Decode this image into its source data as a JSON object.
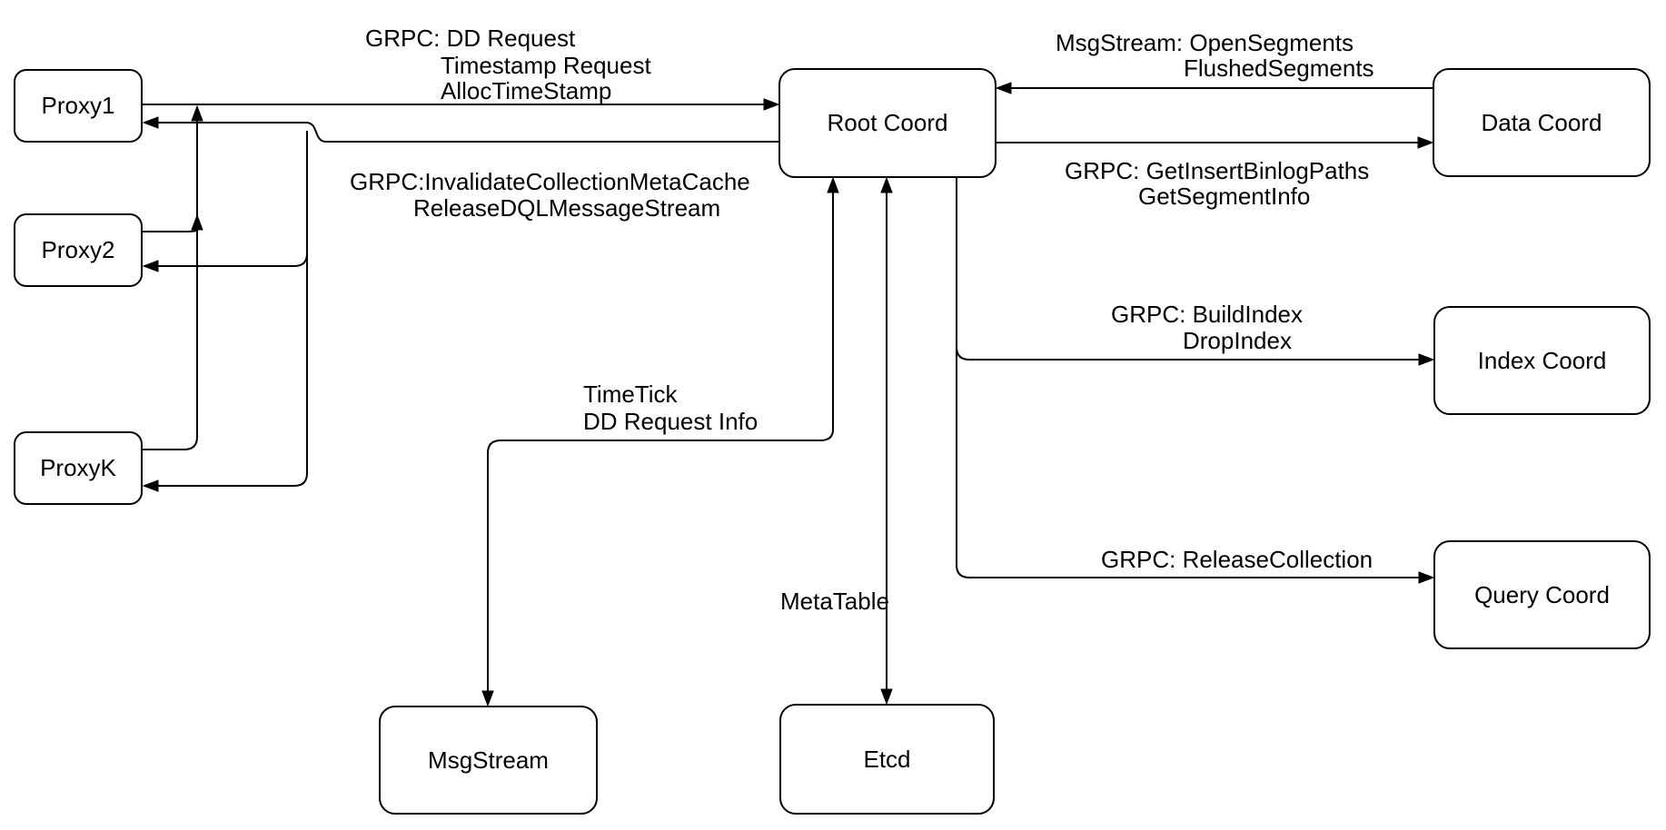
{
  "nodes": {
    "proxy1": "Proxy1",
    "proxy2": "Proxy2",
    "proxyk": "ProxyK",
    "root_coord": "Root Coord",
    "data_coord": "Data Coord",
    "index_coord": "Index Coord",
    "query_coord": "Query Coord",
    "msgstream": "MsgStream",
    "etcd": "Etcd"
  },
  "edge_labels": {
    "proxy_to_root": [
      "GRPC: DD Request",
      "Timestamp Request",
      "AllocTimeStamp"
    ],
    "root_to_proxy": [
      "GRPC:InvalidateCollectionMetaCache",
      "ReleaseDQLMessageStream"
    ],
    "data_to_root": [
      "MsgStream: OpenSegments",
      "FlushedSegments"
    ],
    "root_to_data": [
      "GRPC: GetInsertBinlogPaths",
      "GetSegmentInfo"
    ],
    "root_to_index": [
      "GRPC: BuildIndex",
      "DropIndex"
    ],
    "root_to_query": [
      "GRPC: ReleaseCollection"
    ],
    "root_to_msgstream": [
      "TimeTick",
      "DD Request Info"
    ],
    "root_to_etcd": [
      "MetaTable"
    ]
  },
  "colors": {
    "stroke": "#000000",
    "node_fill": "#ffffff",
    "background": "#ffffff"
  }
}
